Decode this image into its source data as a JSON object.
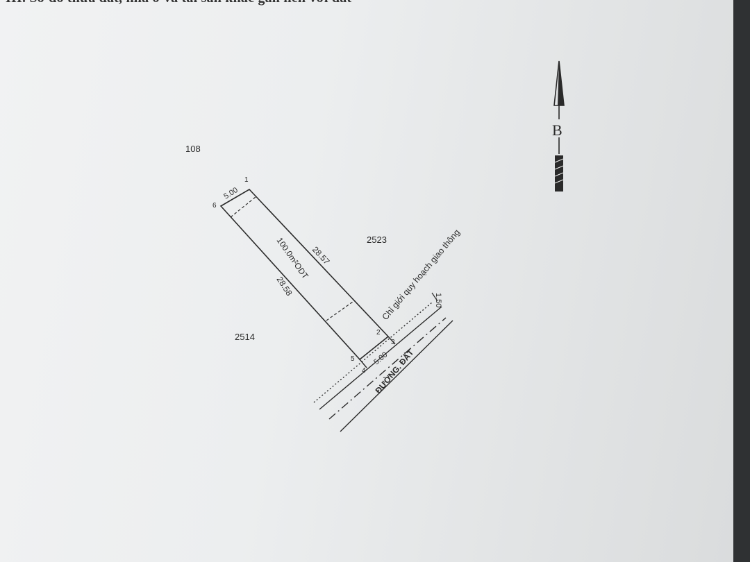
{
  "document": {
    "heading": "III. Sơ đồ thửa đất, nhà ở và tài sản khác gắn liền với đất"
  },
  "parcels": {
    "north_label": "108",
    "east_label": "2523",
    "west_label": "2514"
  },
  "lot": {
    "area_label": "100.0m²ODT",
    "side_east": "28.57",
    "side_west": "28.58",
    "side_north": "5.00",
    "side_south": "5.00",
    "setback": "1.50",
    "vertices": [
      "1",
      "2",
      "3",
      "4",
      "5",
      "6"
    ]
  },
  "road": {
    "boundary_label": "Chỉ giới quy hoạch giao thông",
    "road_label": "ĐƯỜNG. ĐẤT"
  },
  "north_arrow": {
    "label": "B",
    "icon": "north-arrow-icon"
  },
  "colors": {
    "ink": "#2a2a2a",
    "paper": "#eceeef"
  }
}
